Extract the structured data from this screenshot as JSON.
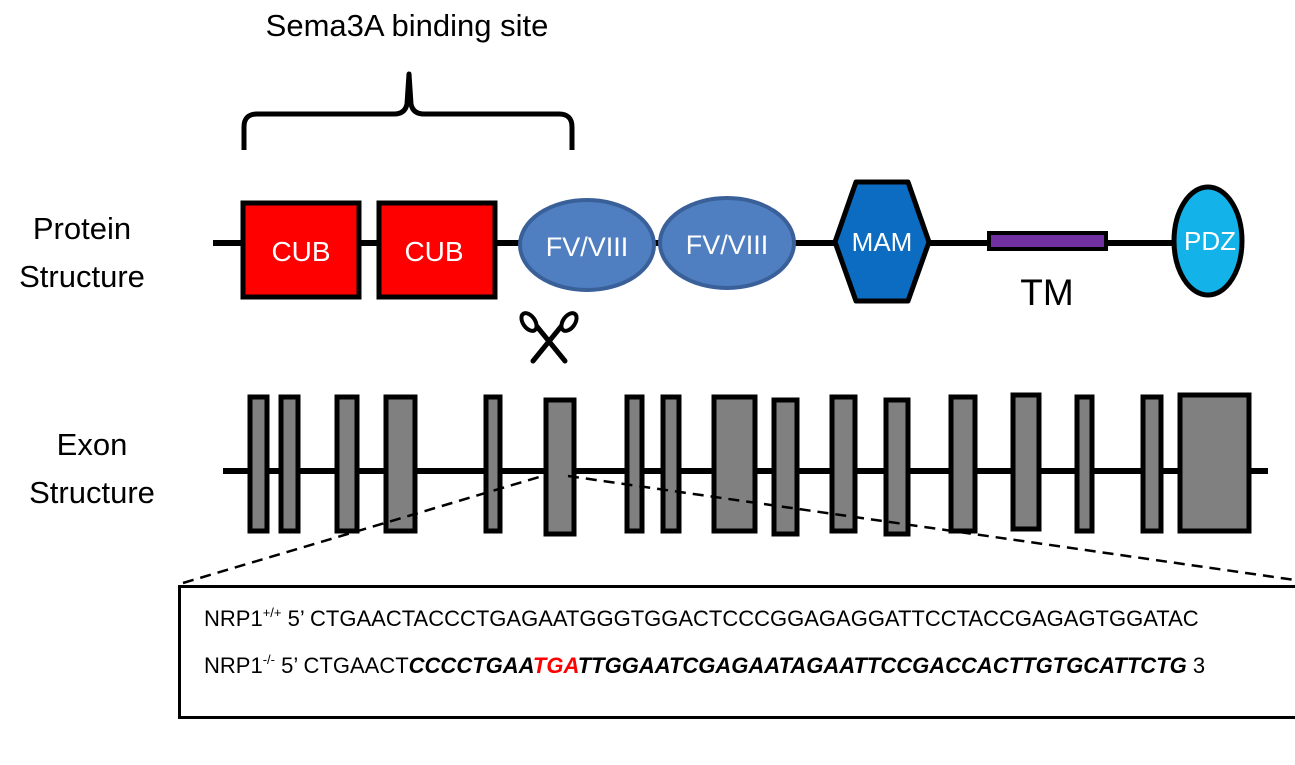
{
  "title": "Sema3A binding site",
  "row_labels": {
    "protein_line1": "Protein",
    "protein_line2": "Structure",
    "exon_line1": "Exon",
    "exon_line2": "Structure"
  },
  "domains": {
    "cub1": "CUB",
    "cub2": "CUB",
    "fv1": "FV/VIII",
    "fv2": "FV/VIII",
    "mam": "MAM",
    "tm": "TM",
    "pdz": "PDZ"
  },
  "colors": {
    "cub": "#ff0000",
    "fv": "#4f7fc0",
    "fv_stroke": "#3a609a",
    "mam": "#0b6cc2",
    "tm": "#7030a0",
    "pdz": "#13b2e8",
    "exon": "#808080",
    "stop_codon": "#ff0000"
  },
  "scissors_icon": "scissors",
  "sequences": {
    "wt": {
      "gene": "NRP1",
      "genotype": "+/+",
      "prime": "5’",
      "sequence": "CTGAACTACCCTGAGAATGGGTGGACTCCCGGAGAGGATTCCTACCGAGAGTGGATAC"
    },
    "ko": {
      "gene": "NRP1",
      "genotype": "-/-",
      "prime": "5’",
      "prefix": "CTGAACT",
      "mut_before": "CCCCTGAA",
      "stop": "TGA",
      "mut_after": "TTGGAATCGAGAATAGAATTCCGACCACTTGTGCATTCTG",
      "end_prime": "3"
    }
  }
}
